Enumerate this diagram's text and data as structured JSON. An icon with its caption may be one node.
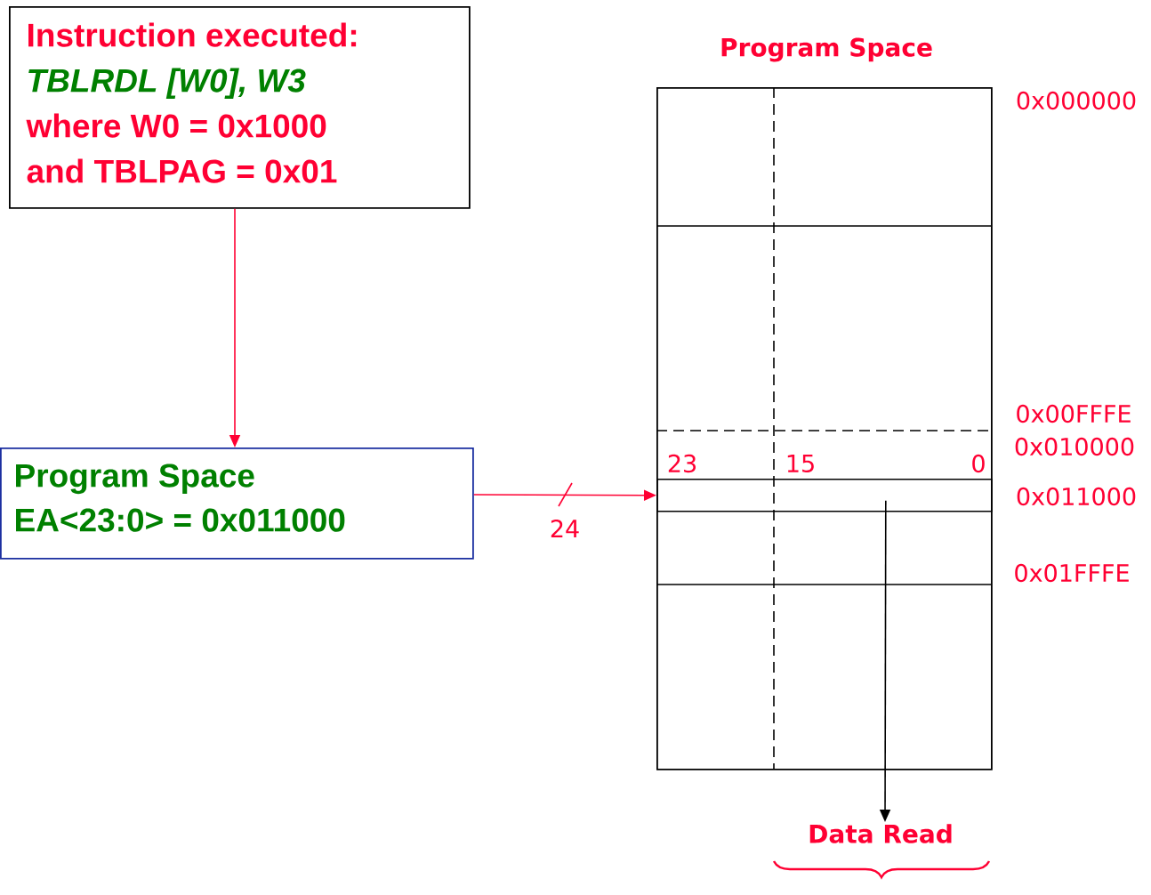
{
  "diagram": {
    "nodes": [
      {
        "text": [
          "Instruction executed:",
          "TBLRDL [W0], W3",
          "where W0 = 0x1000",
          "and TBLPAG = 0x01"
        ]
      },
      {
        "text": [
          "Program Space",
          "EA<23:0> = 0x011000"
        ]
      },
      {
        "text": [
          "Program Space"
        ]
      },
      {
        "text": [],
        "shape": "box",
        "in": 2
      },
      {
        "text": [
          "Data Read"
        ]
      }
    ],
    "edges": [
      {
        "from": 0,
        "to": 1,
        "arrow": "to"
      },
      {
        "from": 1,
        "to": 3,
        "arrow": "to",
        "label": "24"
      },
      {
        "from": 3,
        "to": 4,
        "arrow": "to",
        "color": "#000000"
      }
    ],
    "labels": [
      "0x000000",
      "0x00FFFE",
      "0x010000",
      "23",
      "15",
      "0",
      "0x011000",
      "0x01FFFE"
    ]
  }
}
